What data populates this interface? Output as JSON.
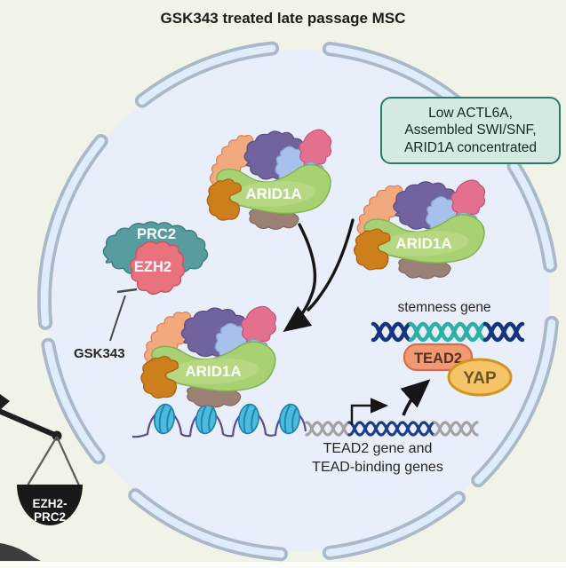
{
  "title": "GSK343 treated late passage MSC",
  "info_box": {
    "lines": [
      "Low ACTL6A,",
      "Assembled SWI/SNF,",
      "ARID1A concentrated"
    ],
    "fill": "#d4eae0",
    "border": "#2c7a6b"
  },
  "cell": {
    "fill": "#e9eefb",
    "membrane_stroke": "#a9b9ca",
    "membrane_fill": "#dfecfb",
    "background": "#f1f3e8"
  },
  "complexes": [
    {
      "label": "ARID1A"
    },
    {
      "label": "ARID1A"
    },
    {
      "label": "ARID1A"
    }
  ],
  "complex_colors": {
    "arid1a_green": "#a9d073",
    "peach": "#f2a97e",
    "purple": "#71649e",
    "light_blue": "#a8c0ec",
    "periwinkle": "#9fb7e8",
    "pink": "#e4708f",
    "dark_orange": "#cd7f1c",
    "brown": "#9b8175"
  },
  "prc2": {
    "label": "PRC2",
    "fill": "#579da0"
  },
  "ezh2": {
    "label": "EZH2",
    "fill": "#e8737e"
  },
  "gsk343": {
    "label": "GSK343"
  },
  "stemness_gene": {
    "label": "stemness gene"
  },
  "tead2": {
    "label": "TEAD2",
    "fill": "#ef9a72",
    "border": "#d96c45"
  },
  "yap": {
    "label": "YAP",
    "fill": "#f5c468",
    "border": "#d29423"
  },
  "tead_genes_label": {
    "lines": [
      "TEAD2 gene and",
      "TEAD-binding genes"
    ]
  },
  "dna": {
    "nucleosome_fill": "#4cbbdc",
    "strand_purple": "#5a4b96",
    "helix_navy": "#1d3c8c",
    "helix_teal": "#2cb0a8",
    "helix_gray": "#a3a3a3",
    "stemness_navy": "#16357f"
  },
  "scale": {
    "pan_lines": [
      "EZH2-",
      "PRC2"
    ]
  }
}
